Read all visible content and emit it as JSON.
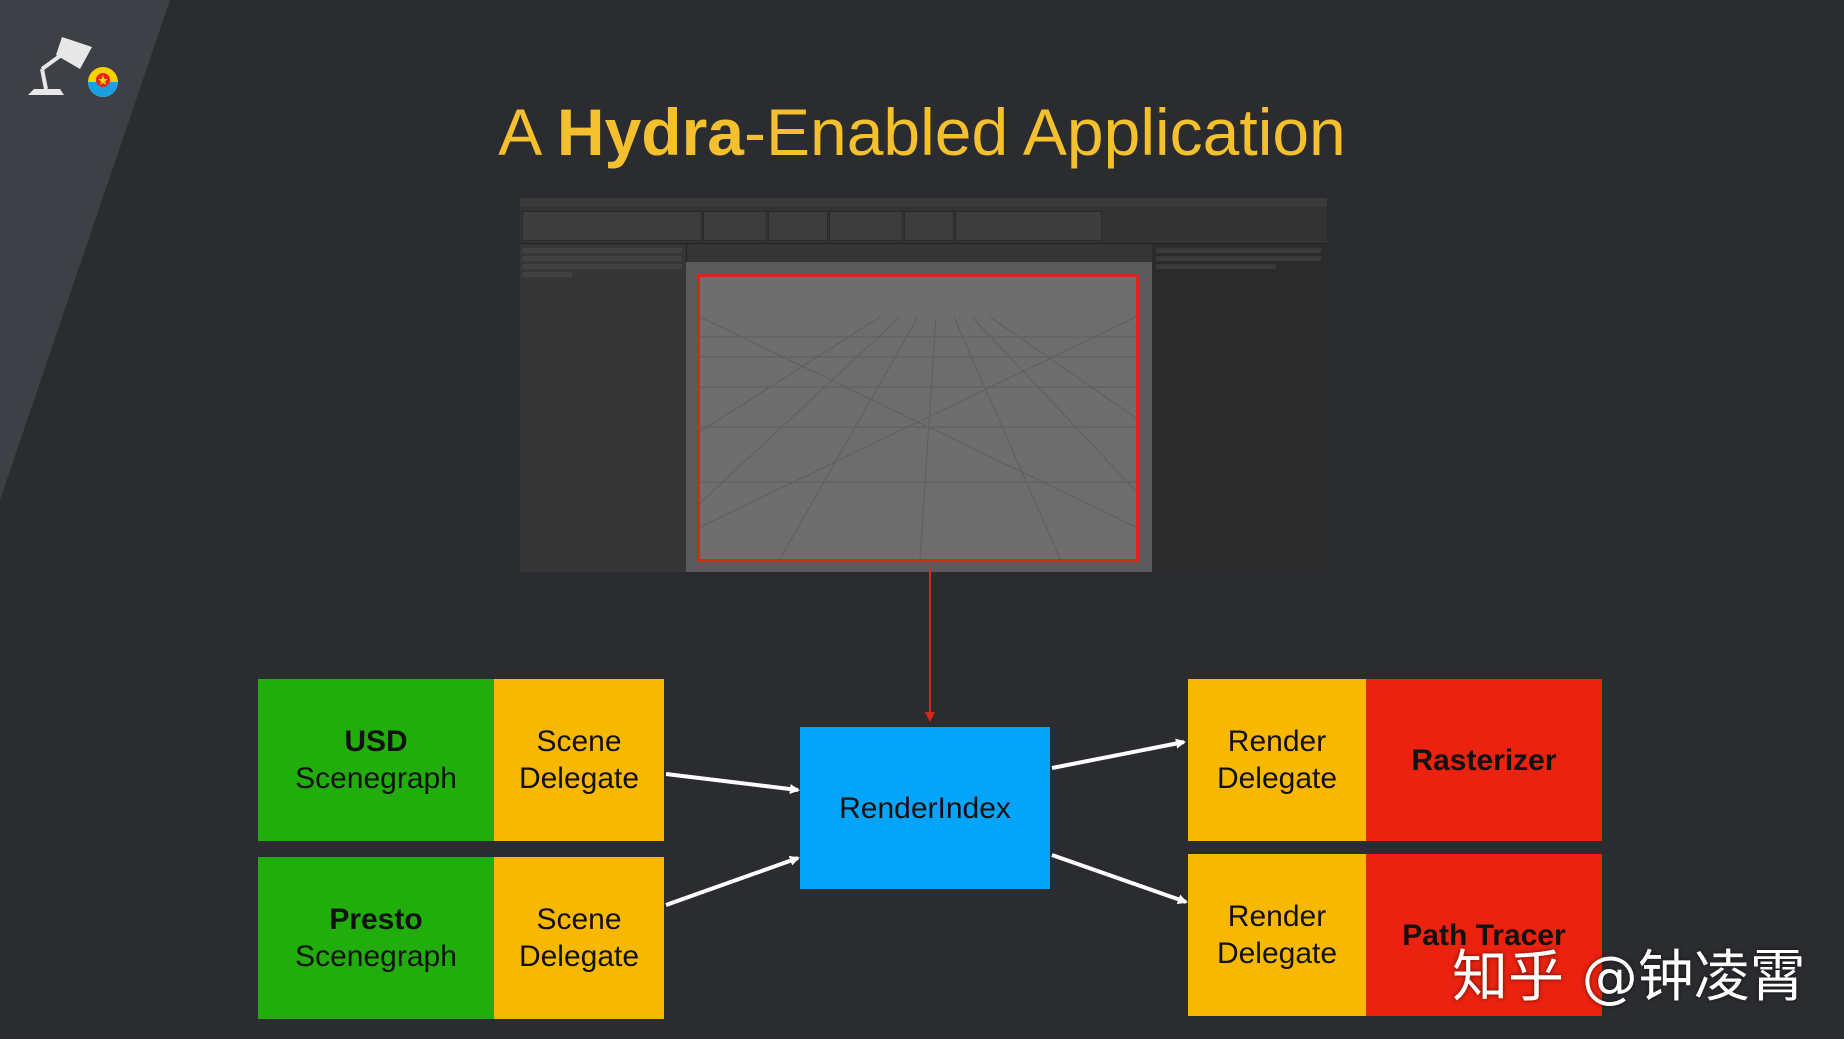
{
  "title": {
    "prefix": "A ",
    "bold": "Hydra",
    "suffix": "-Enabled Application"
  },
  "colors": {
    "background": "#2a2c30",
    "title": "#f4c02e",
    "green": "#21ad0c",
    "yellow": "#f8b800",
    "blue": "#04a4f8",
    "red": "#ea220f",
    "highlight_border": "#d8261a"
  },
  "logo": {
    "icon": "pixar-lamp-icon",
    "badge": "pixar-ball-icon"
  },
  "screenshot": {
    "description_icon": "usd-viewer-window-icon"
  },
  "scene_rows": [
    {
      "source_title": "USD",
      "source_sub": "Scenegraph",
      "delegate_line1": "Scene",
      "delegate_line2": "Delegate"
    },
    {
      "source_title": "Presto",
      "source_sub": "Scenegraph",
      "delegate_line1": "Scene",
      "delegate_line2": "Delegate"
    }
  ],
  "center": {
    "label": "RenderIndex"
  },
  "render_rows": [
    {
      "delegate_line1": "Render",
      "delegate_line2": "Delegate",
      "backend": "Rasterizer"
    },
    {
      "delegate_line1": "Render",
      "delegate_line2": "Delegate",
      "backend": "Path Tracer"
    }
  ],
  "watermark": "知乎 @钟凌霄"
}
